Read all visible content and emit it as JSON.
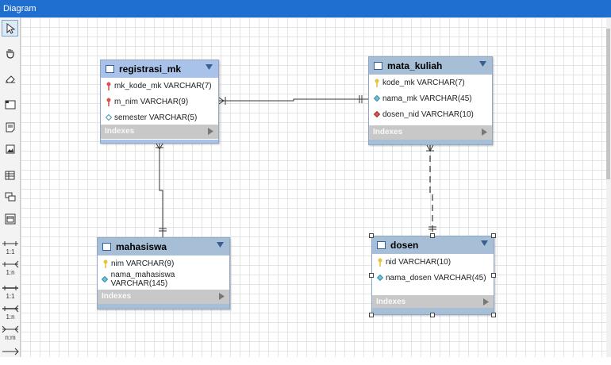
{
  "window": {
    "title": "Diagram"
  },
  "toolbar": {
    "tools": [
      "pointer",
      "hand",
      "eraser",
      "layer",
      "note",
      "image",
      "table",
      "view",
      "routine-group"
    ],
    "relationships": [
      {
        "label": "1:1"
      },
      {
        "label": "1:n"
      },
      {
        "label": "1:1"
      },
      {
        "label": "1:n"
      },
      {
        "label": "n:m"
      }
    ]
  },
  "colors": {
    "header_blue": "#a9c2ea",
    "header_grey_blue": "#a6bfd6",
    "indexes_grey": "#c8c8c8",
    "key_icon": "#e7c23d",
    "fk_icon": "#d9534f"
  },
  "entities": {
    "registrasi_mk": {
      "name": "registrasi_mk",
      "columns": [
        {
          "icon": "fk-key-icon",
          "text": "mk_kode_mk VARCHAR(7)"
        },
        {
          "icon": "fk-key-icon",
          "text": "m_nim VARCHAR(9)"
        },
        {
          "icon": "column-icon",
          "text": "semester VARCHAR(5)"
        }
      ],
      "indexes": "Indexes"
    },
    "mata_kuliah": {
      "name": "mata_kuliah",
      "columns": [
        {
          "icon": "primary-key-icon",
          "text": "kode_mk VARCHAR(7)"
        },
        {
          "icon": "column-icon",
          "text": "nama_mk VARCHAR(45)"
        },
        {
          "icon": "fk-column-icon",
          "text": "dosen_nid VARCHAR(10)"
        }
      ],
      "indexes": "Indexes"
    },
    "mahasiswa": {
      "name": "mahasiswa",
      "columns": [
        {
          "icon": "primary-key-icon",
          "text": "nim VARCHAR(9)"
        },
        {
          "icon": "column-icon",
          "text": "nama_mahasiswa VARCHAR(145)"
        }
      ],
      "indexes": "Indexes"
    },
    "dosen": {
      "name": "dosen",
      "columns": [
        {
          "icon": "primary-key-icon",
          "text": "nid VARCHAR(10)"
        },
        {
          "icon": "column-icon",
          "text": "nama_dosen VARCHAR(45)"
        }
      ],
      "indexes": "Indexes"
    }
  }
}
